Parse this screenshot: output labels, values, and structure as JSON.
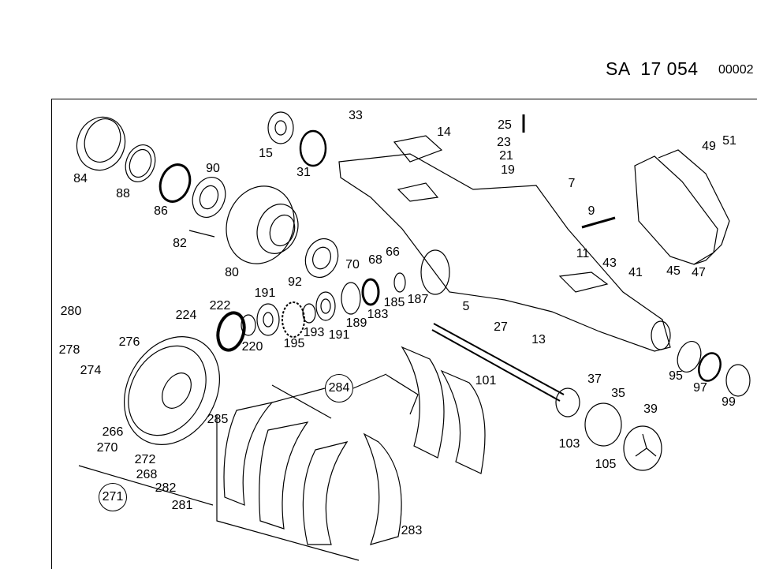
{
  "header": {
    "drawing_code": "SA  17 054",
    "sheet_number": "00002"
  },
  "callouts": {
    "p84": "84",
    "p88": "88",
    "p86": "86",
    "p90": "90",
    "p82": "82",
    "p80": "80",
    "p15": "15",
    "p31": "31",
    "p33": "33",
    "p14": "14",
    "p25": "25",
    "p23": "23",
    "p21": "21",
    "p19": "19",
    "p7": "7",
    "p9": "9",
    "p11": "11",
    "p43": "43",
    "p41": "41",
    "p45": "45",
    "p47": "47",
    "p49": "49",
    "p51": "51",
    "p92": "92",
    "p70": "70",
    "p68": "68",
    "p66": "66",
    "p185": "185",
    "p187": "187",
    "p183": "183",
    "p189": "189",
    "p191a": "191",
    "p191b": "191",
    "p193": "193",
    "p195": "195",
    "p220": "220",
    "p222": "222",
    "p224": "224",
    "p5": "5",
    "p27": "27",
    "p13": "13",
    "p280": "280",
    "p278": "278",
    "p276": "276",
    "p274": "274",
    "p266": "266",
    "p270": "270",
    "p272": "272",
    "p268": "268",
    "p282": "282",
    "p281": "281",
    "p271": "271",
    "p284": "284",
    "p285": "285",
    "p101": "101",
    "p37": "37",
    "p35": "35",
    "p39": "39",
    "p95": "95",
    "p97": "97",
    "p99": "99",
    "p103": "103",
    "p105": "105",
    "p283": "283"
  }
}
